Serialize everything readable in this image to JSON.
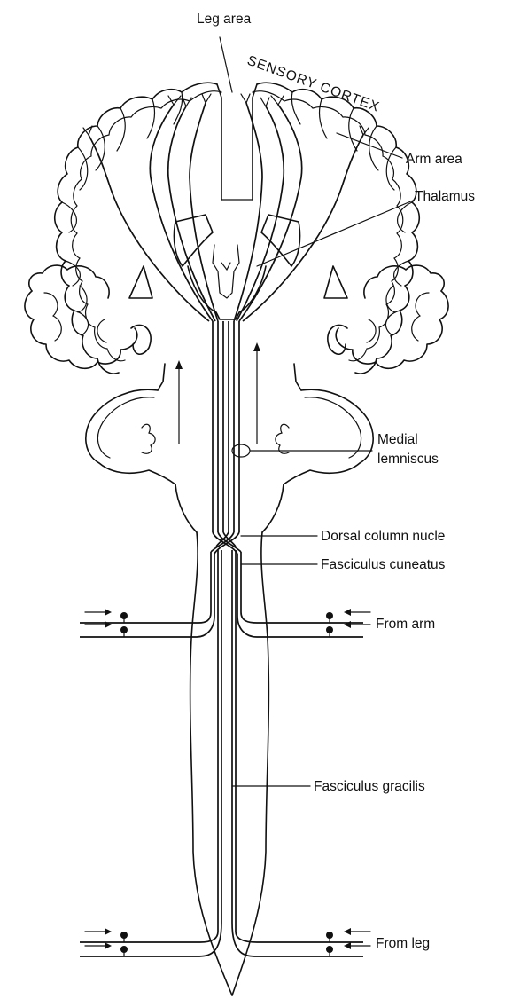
{
  "labels": {
    "leg_area": "Leg area",
    "sensory_cortex": "SENSORY CORTEX",
    "arm_area": "Arm area",
    "thalamus": "Thalamus",
    "medial_lemniscus_line1": "Medial",
    "medial_lemniscus_line2": "lemniscus",
    "dorsal_column_nuclei": "Dorsal column nucle",
    "fasciculus_cuneatus": "Fasciculus cuneatus",
    "from_arm": "From arm",
    "fasciculus_gracilis": "Fasciculus gracilis",
    "from_leg": "From leg"
  },
  "colors": {
    "ink": "#111111",
    "paper": "#ffffff"
  }
}
